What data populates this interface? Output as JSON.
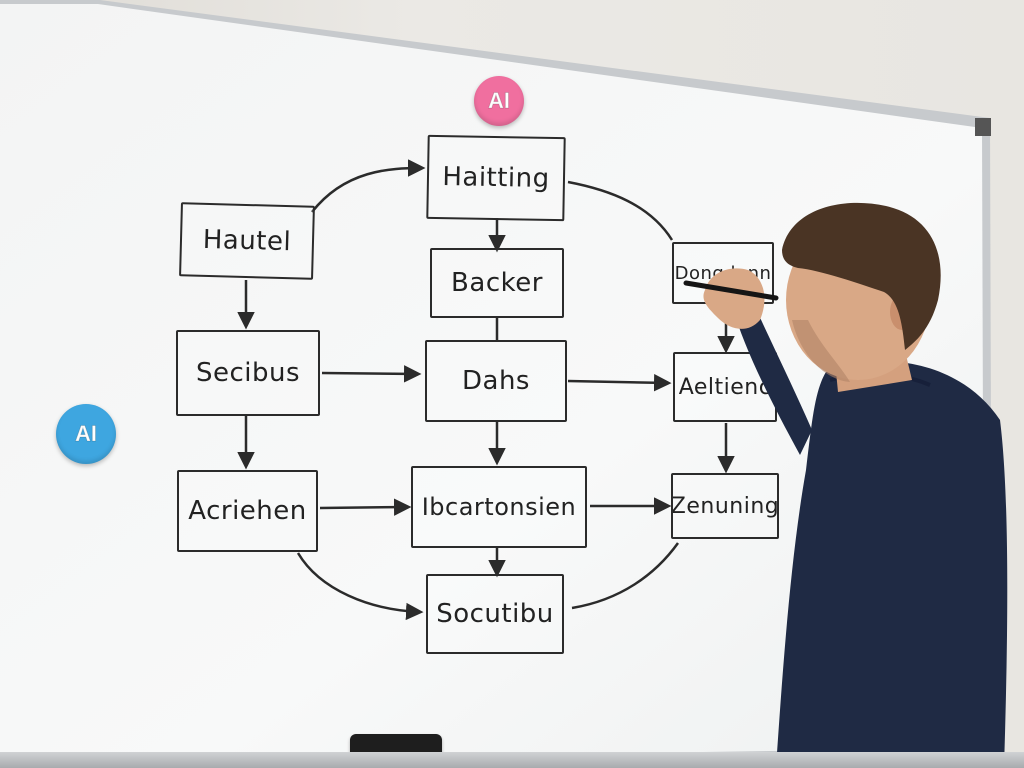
{
  "diagram": {
    "nodes": [
      {
        "id": "n1",
        "label": "Haitting"
      },
      {
        "id": "n2",
        "label": "Hautel"
      },
      {
        "id": "n3",
        "label": "Backer"
      },
      {
        "id": "n4",
        "label": "Secibus"
      },
      {
        "id": "n5",
        "label": "Dahs"
      },
      {
        "id": "n6",
        "label": "Aeltienc"
      },
      {
        "id": "n7",
        "label": "Acriehen"
      },
      {
        "id": "n8",
        "label": "Ibcartonsien"
      },
      {
        "id": "n9",
        "label": "Zenuning"
      },
      {
        "id": "n10",
        "label": "Socutibu"
      },
      {
        "id": "n11",
        "label": "Dong lenn"
      }
    ]
  },
  "magnets": [
    {
      "label": "AI",
      "color": "#f06f9f"
    },
    {
      "label": "AI",
      "color": "#3ea6e0"
    }
  ],
  "colors": {
    "ink": "#2b2b2b",
    "board": "#f7f8f8",
    "frame": "#c9cccf",
    "sweater": "#1f2a44"
  }
}
